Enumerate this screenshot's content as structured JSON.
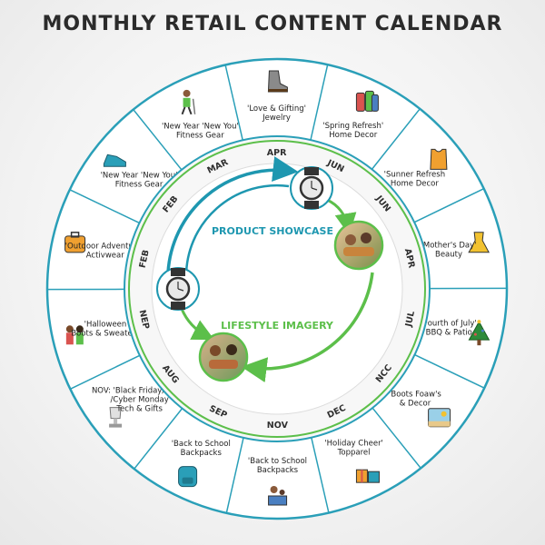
{
  "title": "MONTHLY RETAIL CONTENT CALENDAR",
  "segments": [
    {
      "lines": [
        "'Love & Gifting'",
        "Jewelry"
      ],
      "icon": "hiking-boot-icon"
    },
    {
      "lines": [
        "'Spring Refresh'",
        "Home Decor"
      ],
      "icon": "jars-icon"
    },
    {
      "lines": [
        "'Sunner Refresh",
        "Home Decor"
      ],
      "icon": "tank-top-icon"
    },
    {
      "lines": [
        "'Mother's Day'",
        "Beauty"
      ],
      "icon": "dress-icon"
    },
    {
      "lines": [
        "'Fourth of July'",
        "BBQ & Patio"
      ],
      "icon": "christmas-tree-icon"
    },
    {
      "lines": [
        "'Boots Foaw's",
        "& Decor"
      ],
      "icon": "beach-scene-icon"
    },
    {
      "lines": [
        "'Holiday Cheer'",
        "Topparel"
      ],
      "icon": "gift-boxes-icon"
    },
    {
      "lines": [
        "'Back to School",
        "Backpacks"
      ],
      "icon": "family-reading-icon"
    },
    {
      "lines": [
        "'Back to School",
        "Backpacks"
      ],
      "icon": "backpack-icon"
    },
    {
      "lines": [
        "NOV: 'Black Friday/Cyber",
        "/Cyber Monday",
        "Tech & Gifts"
      ],
      "icon": "trophy-icon"
    },
    {
      "lines": [
        "'Halloween",
        "Boots & Sweaters"
      ],
      "icon": "family-icon"
    },
    {
      "lines": [
        "'Outdoor Adventures",
        "Activwear"
      ],
      "icon": "suitcase-icon"
    },
    {
      "lines": [
        "'New Year 'New You'",
        "Fitness Gear"
      ],
      "icon": "sneaker-icon"
    },
    {
      "lines": [
        "'New Year 'New You'",
        "Fitness Gear"
      ],
      "icon": "hiker-icon"
    }
  ],
  "months": [
    "APR",
    "JUN",
    "JUN",
    "APR",
    "JUL",
    "NCC",
    "DEC",
    "NOV",
    "SEP",
    "AUG",
    "NEP",
    "FEB",
    "FEB",
    "MAR"
  ],
  "center": {
    "top_label": "PRODUCT SHOWCASE",
    "bottom_label": "LIFESTYLE IMAGERY"
  },
  "colors": {
    "blue": "#1e97b0",
    "green": "#5cbf4a",
    "divider": "#2a9fb8"
  }
}
